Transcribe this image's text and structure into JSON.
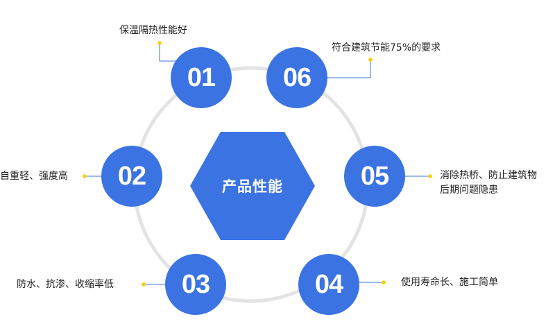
{
  "colors": {
    "node_fill": "#3b73e2",
    "hexagon_fill": "#3b73e2",
    "ring_stroke": "#e3e3e3",
    "connector": "#3b73e2",
    "dot": "#f5d000",
    "label_text": "#222222"
  },
  "center": {
    "title": "产品性能"
  },
  "items": [
    {
      "number": "01",
      "text": "保温隔热性能好"
    },
    {
      "number": "02",
      "text": "自重轻、强度高"
    },
    {
      "number": "03",
      "text": "防水、抗渗、收缩率低"
    },
    {
      "number": "04",
      "text": "使用寿命长、施工简单"
    },
    {
      "number": "05",
      "text_line1": "消除热桥、防止建筑物",
      "text_line2": "后期问题隐患"
    },
    {
      "number": "06",
      "text": "符合建筑节能75%的要求"
    }
  ]
}
